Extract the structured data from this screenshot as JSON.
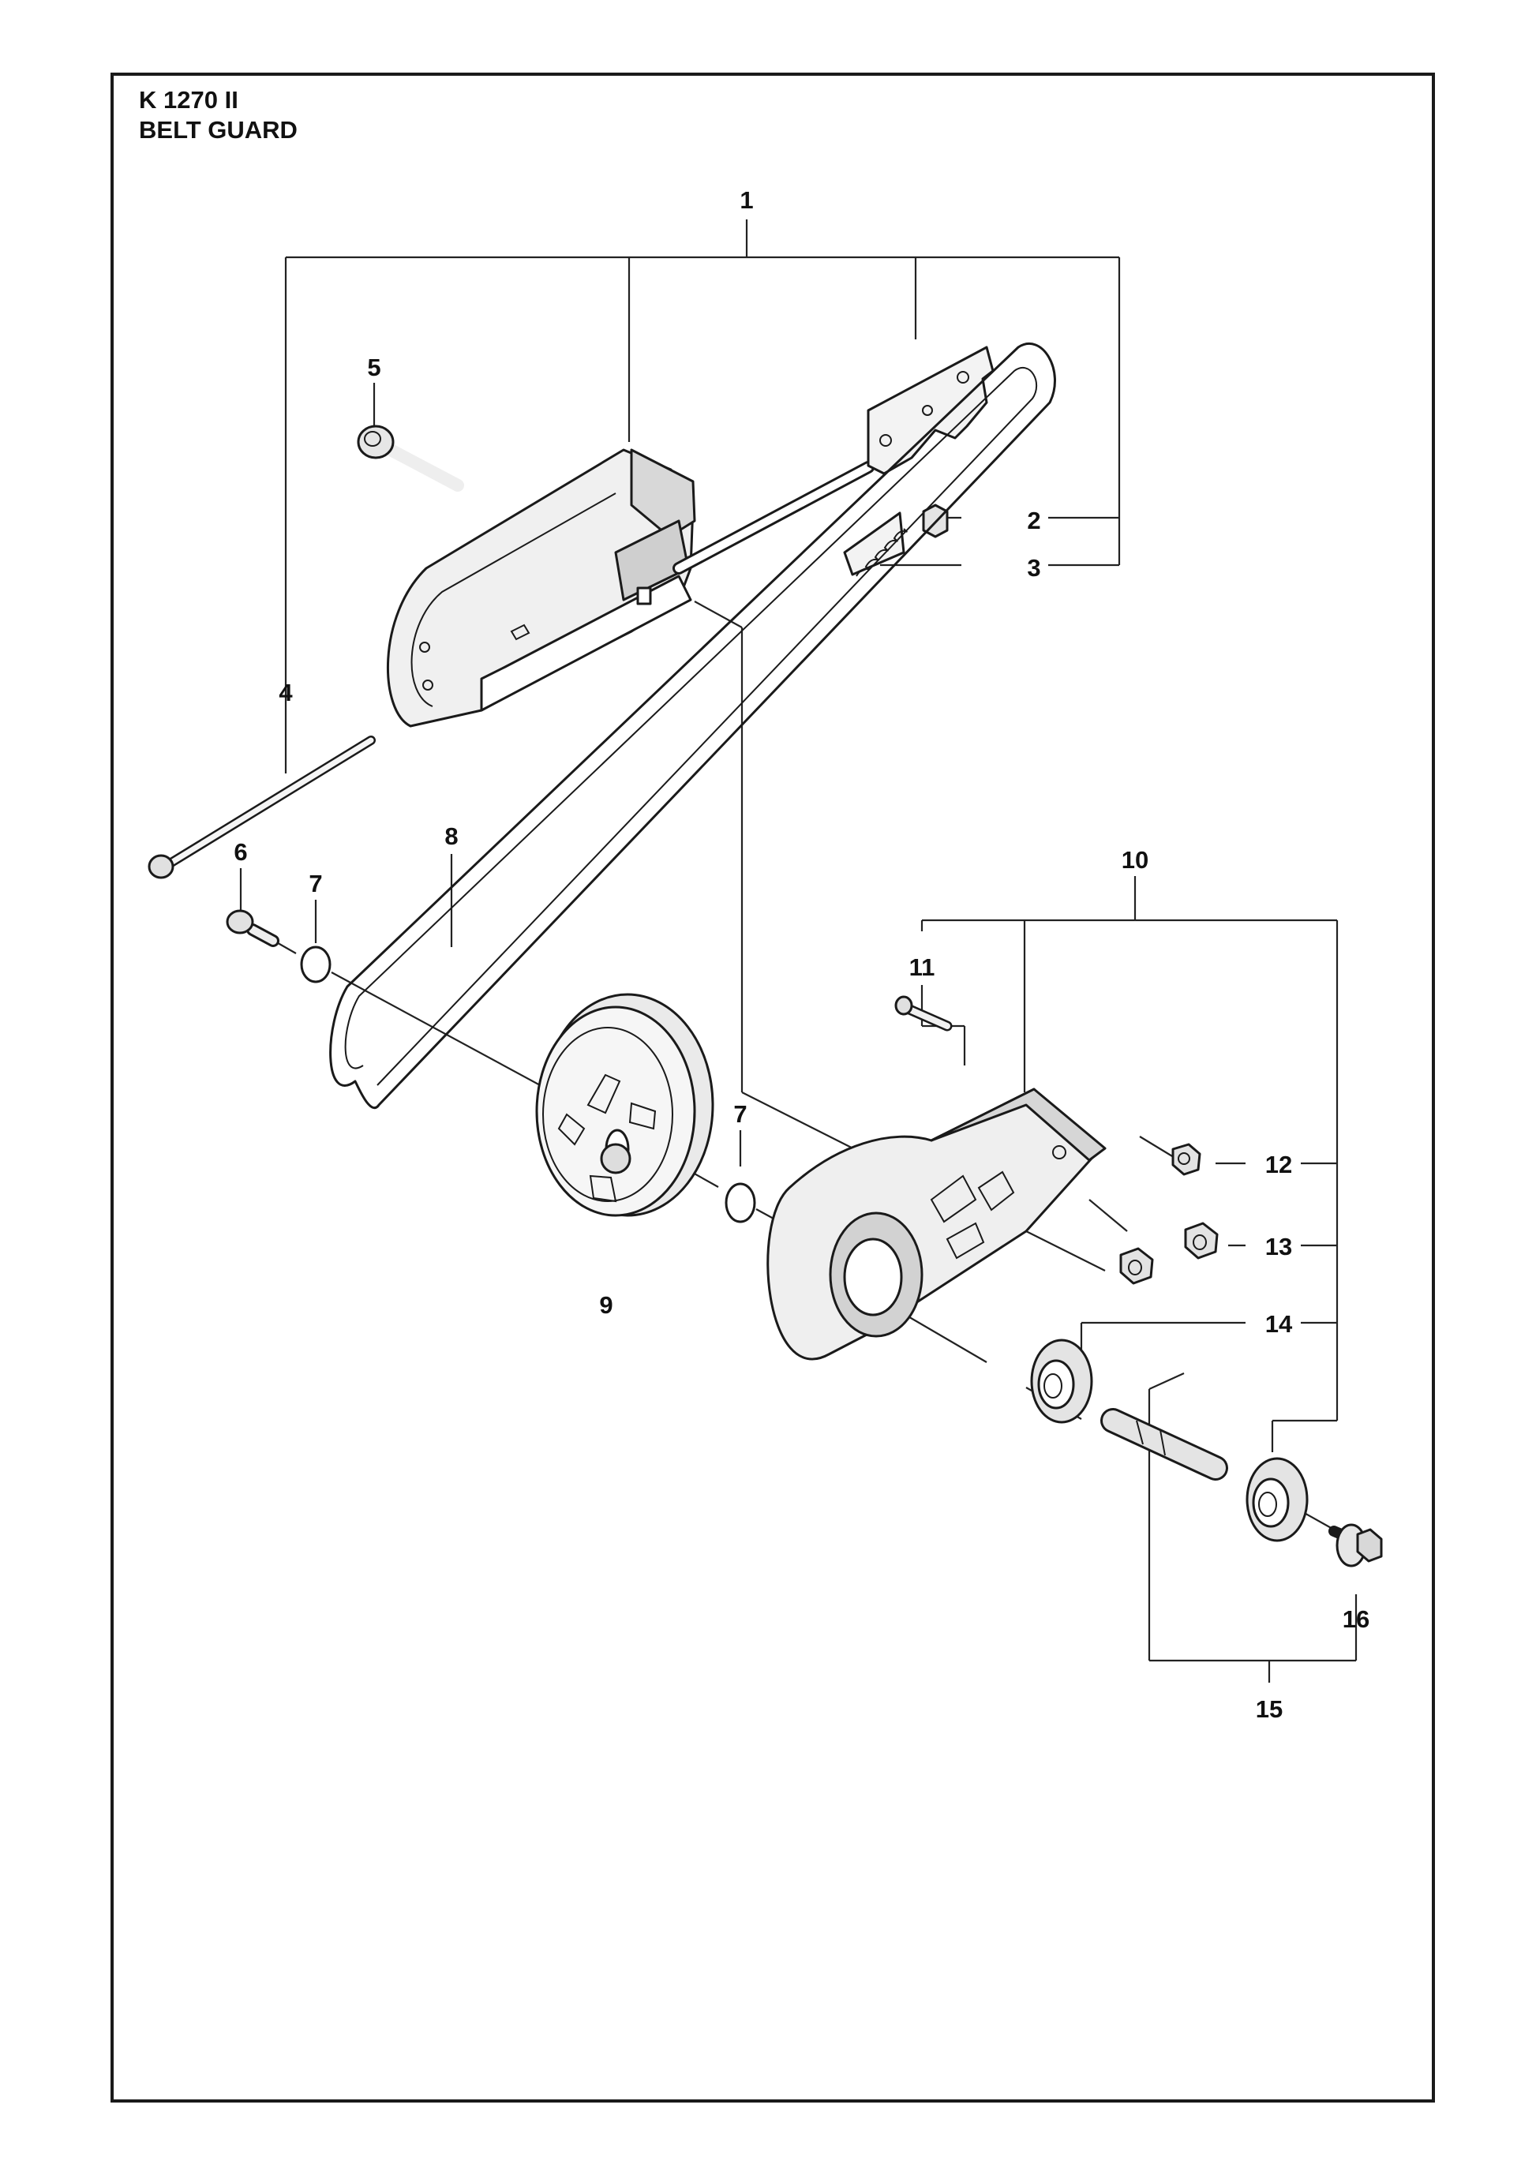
{
  "title": {
    "model": "K 1270 II",
    "section": "BELT GUARD"
  },
  "callouts": [
    "1",
    "2",
    "3",
    "4",
    "5",
    "6",
    "7",
    "7",
    "8",
    "9",
    "10",
    "11",
    "12",
    "13",
    "14",
    "15",
    "16"
  ],
  "colors": {
    "line": "#1a1a1a",
    "part_fill": "#f2f2f2",
    "shade": "#d6d6d6",
    "dark": "#8a8a8a"
  }
}
